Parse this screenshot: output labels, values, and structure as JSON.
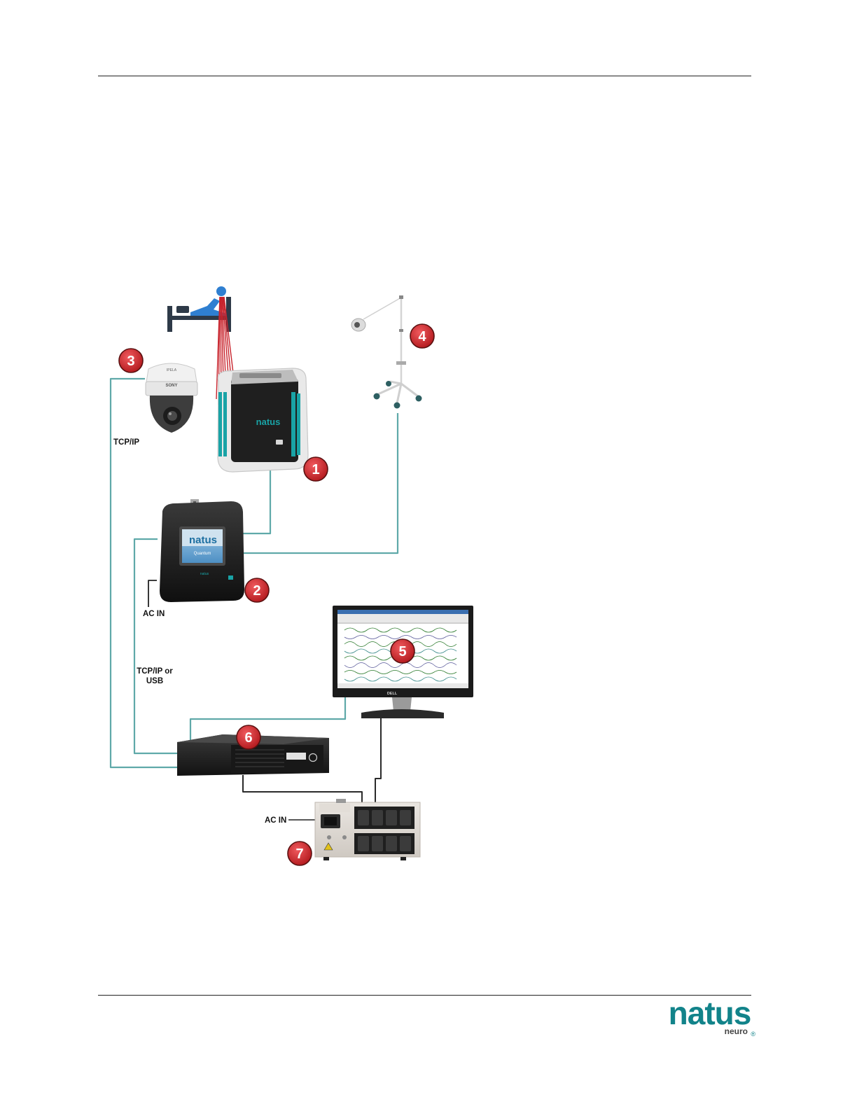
{
  "labels": {
    "tcpip": "TCP/IP",
    "ac_in_top": "AC IN",
    "tcpip_or_usb_line1": "TCP/IP or",
    "tcpip_or_usb_line2": "USB",
    "ac_in_bottom": "AC IN"
  },
  "callouts": {
    "c1": "1",
    "c2": "2",
    "c3": "3",
    "c4": "4",
    "c5": "5",
    "c6": "6",
    "c7": "7"
  },
  "device_marks": {
    "amplifier_brand": "natus",
    "hub_brand": "natus",
    "hub_screen_sub": "Quantum",
    "camera_brand": "SONY",
    "monitor_brand": "DELL"
  },
  "footer": {
    "brand": "natus",
    "registered": "®",
    "sub": "neuro"
  },
  "colors": {
    "cable_teal": "#5fa9a9",
    "cable_dark": "#2a2a2a",
    "callout_red": "#d9262a",
    "brand_teal": "#12838a",
    "electrode_red": "#c8232c",
    "patient_blue": "#2f7fd1"
  },
  "icons": {
    "patient": "patient-in-bed-icon",
    "camera": "ptz-camera-icon",
    "light": "light-stand-icon"
  }
}
